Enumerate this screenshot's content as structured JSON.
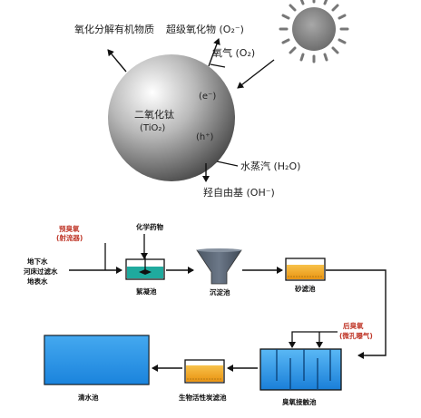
{
  "photocatalysis": {
    "organic_label": "氧化分解有机物质",
    "superoxide_label": "超级氧化物 (O₂⁻)",
    "oxygen_label": "氧气 (O₂)",
    "sphere_name": "二氧化钛",
    "sphere_formula": "(TiO₂)",
    "electron_label": "(e⁻)",
    "hole_label": "(h⁺)",
    "vapor_label": "水蒸汽 (H₂O)",
    "hydroxyl_label": "羟自由基 (OH⁻)"
  },
  "process_flow": {
    "pre_ozone_label": "预臭氧",
    "pre_ozone_sub": "(射流器)",
    "water_sources": [
      "地下水",
      "河床过滤水",
      "地表水"
    ],
    "chemicals_label": "化学药物",
    "coagulation_tank": "絮凝池",
    "sedimentation_tank": "沉淀池",
    "sand_filter": "砂滤池",
    "post_ozone_label": "后臭氧",
    "post_ozone_sub": "(微孔曝气)",
    "clear_water_tank": "清水池",
    "bio_carbon_filter": "生物活性炭滤池",
    "ozone_contact_tank": "臭氧接触池"
  },
  "colors": {
    "tank_blue": "#1e8be6",
    "filter_orange": "#f2a81e",
    "coag_teal": "#1faa9e",
    "hopper_gray": "#55606e",
    "label_red": "#c0392b"
  }
}
